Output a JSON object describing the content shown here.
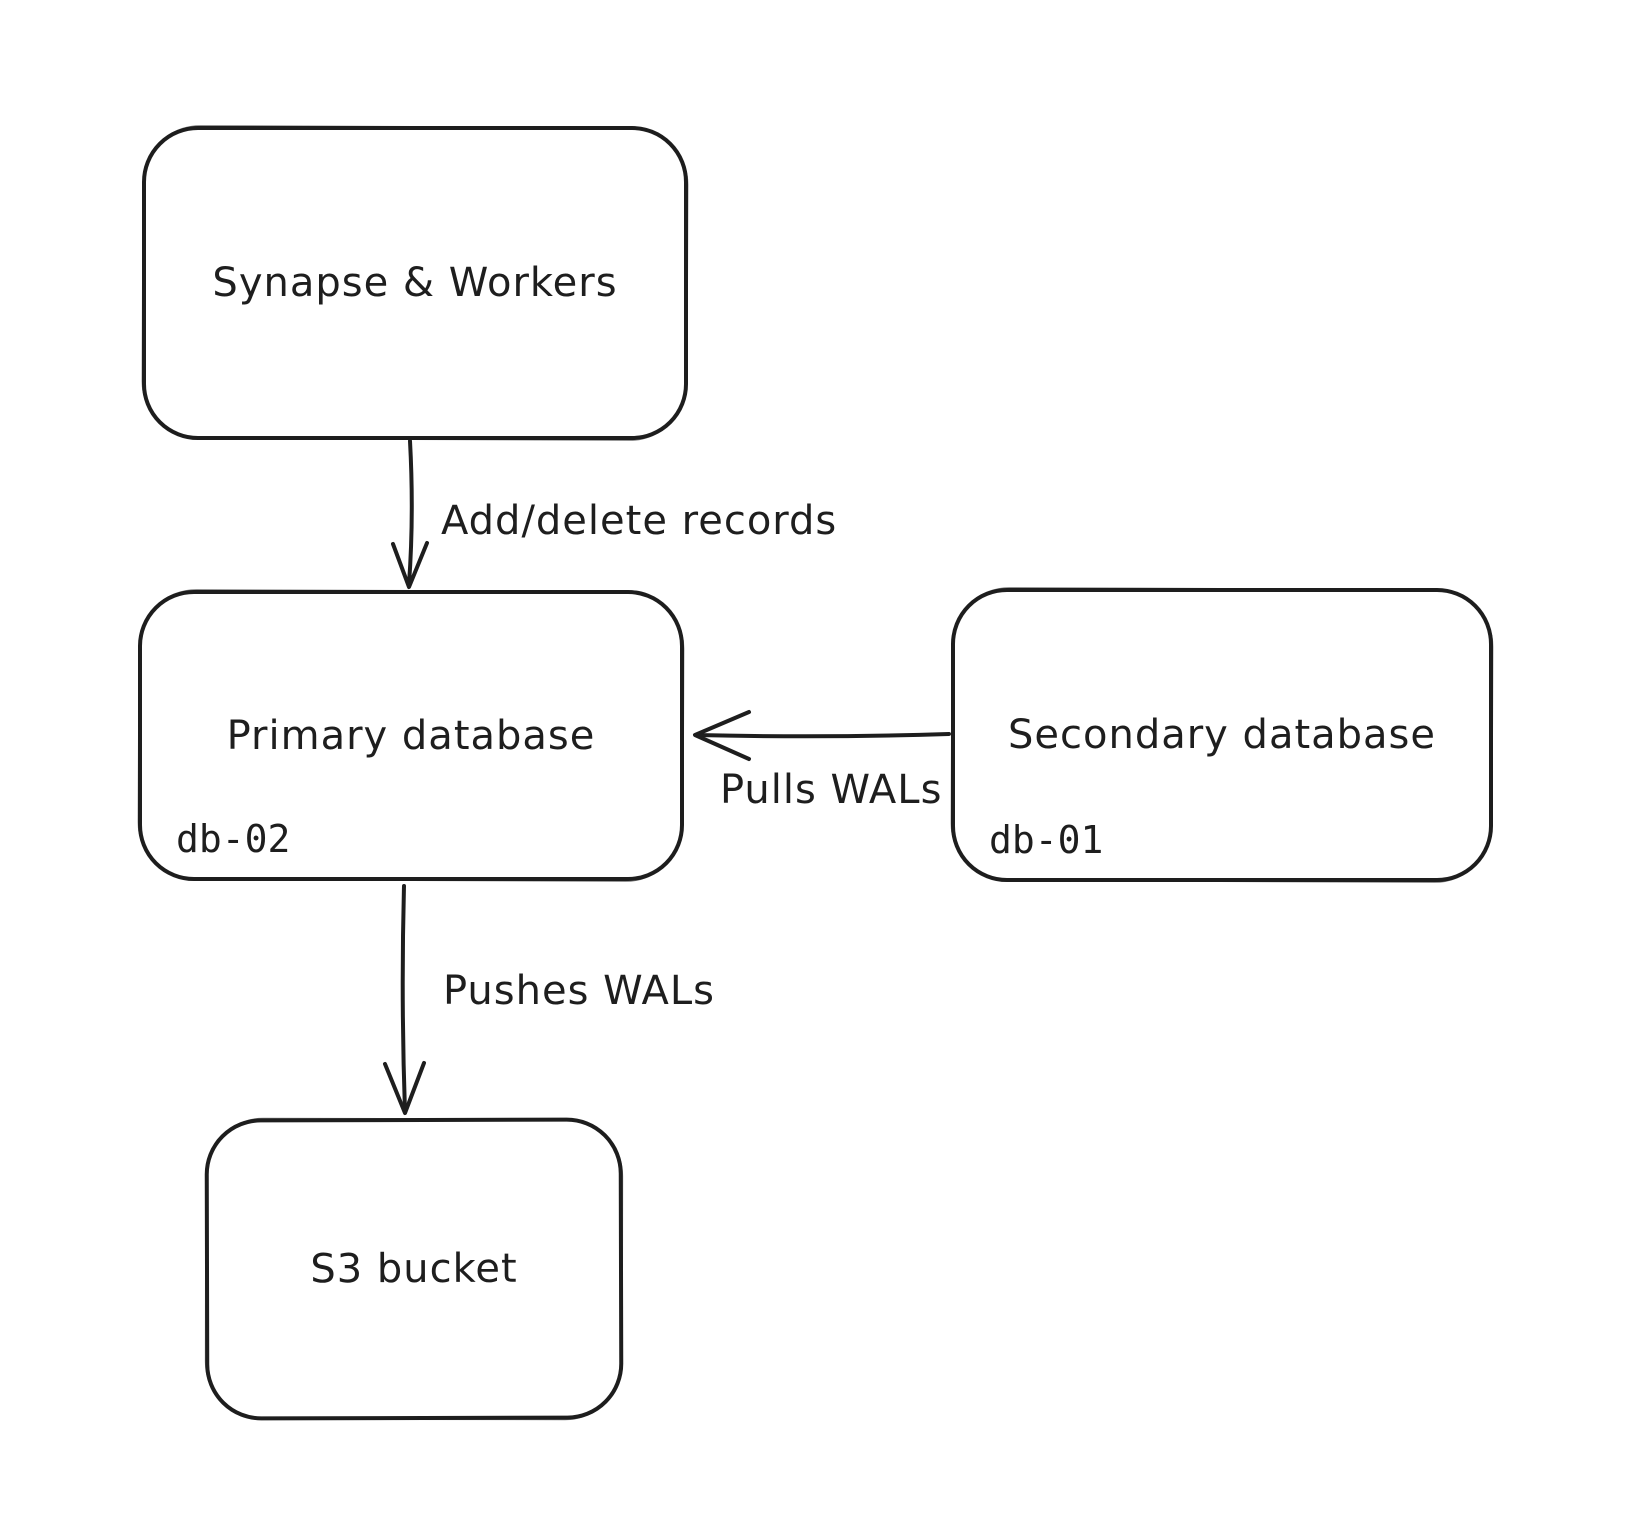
{
  "colors": {
    "stroke": "#1e1e1e",
    "background": "#ffffff"
  },
  "nodes": {
    "synapse": {
      "label": "Synapse & Workers"
    },
    "primary": {
      "label": "Primary database",
      "tag": "db-02"
    },
    "secondary": {
      "label": "Secondary database",
      "tag": "db-01"
    },
    "s3": {
      "label": "S3 bucket"
    }
  },
  "edges": {
    "add_delete": {
      "label": "Add/delete records",
      "from": "synapse",
      "to": "primary",
      "direction": "down"
    },
    "pulls_wals": {
      "label": "Pulls WALs",
      "from": "secondary",
      "to": "primary",
      "direction": "left"
    },
    "pushes_wals": {
      "label": "Pushes WALs",
      "from": "primary",
      "to": "s3",
      "direction": "down"
    }
  }
}
